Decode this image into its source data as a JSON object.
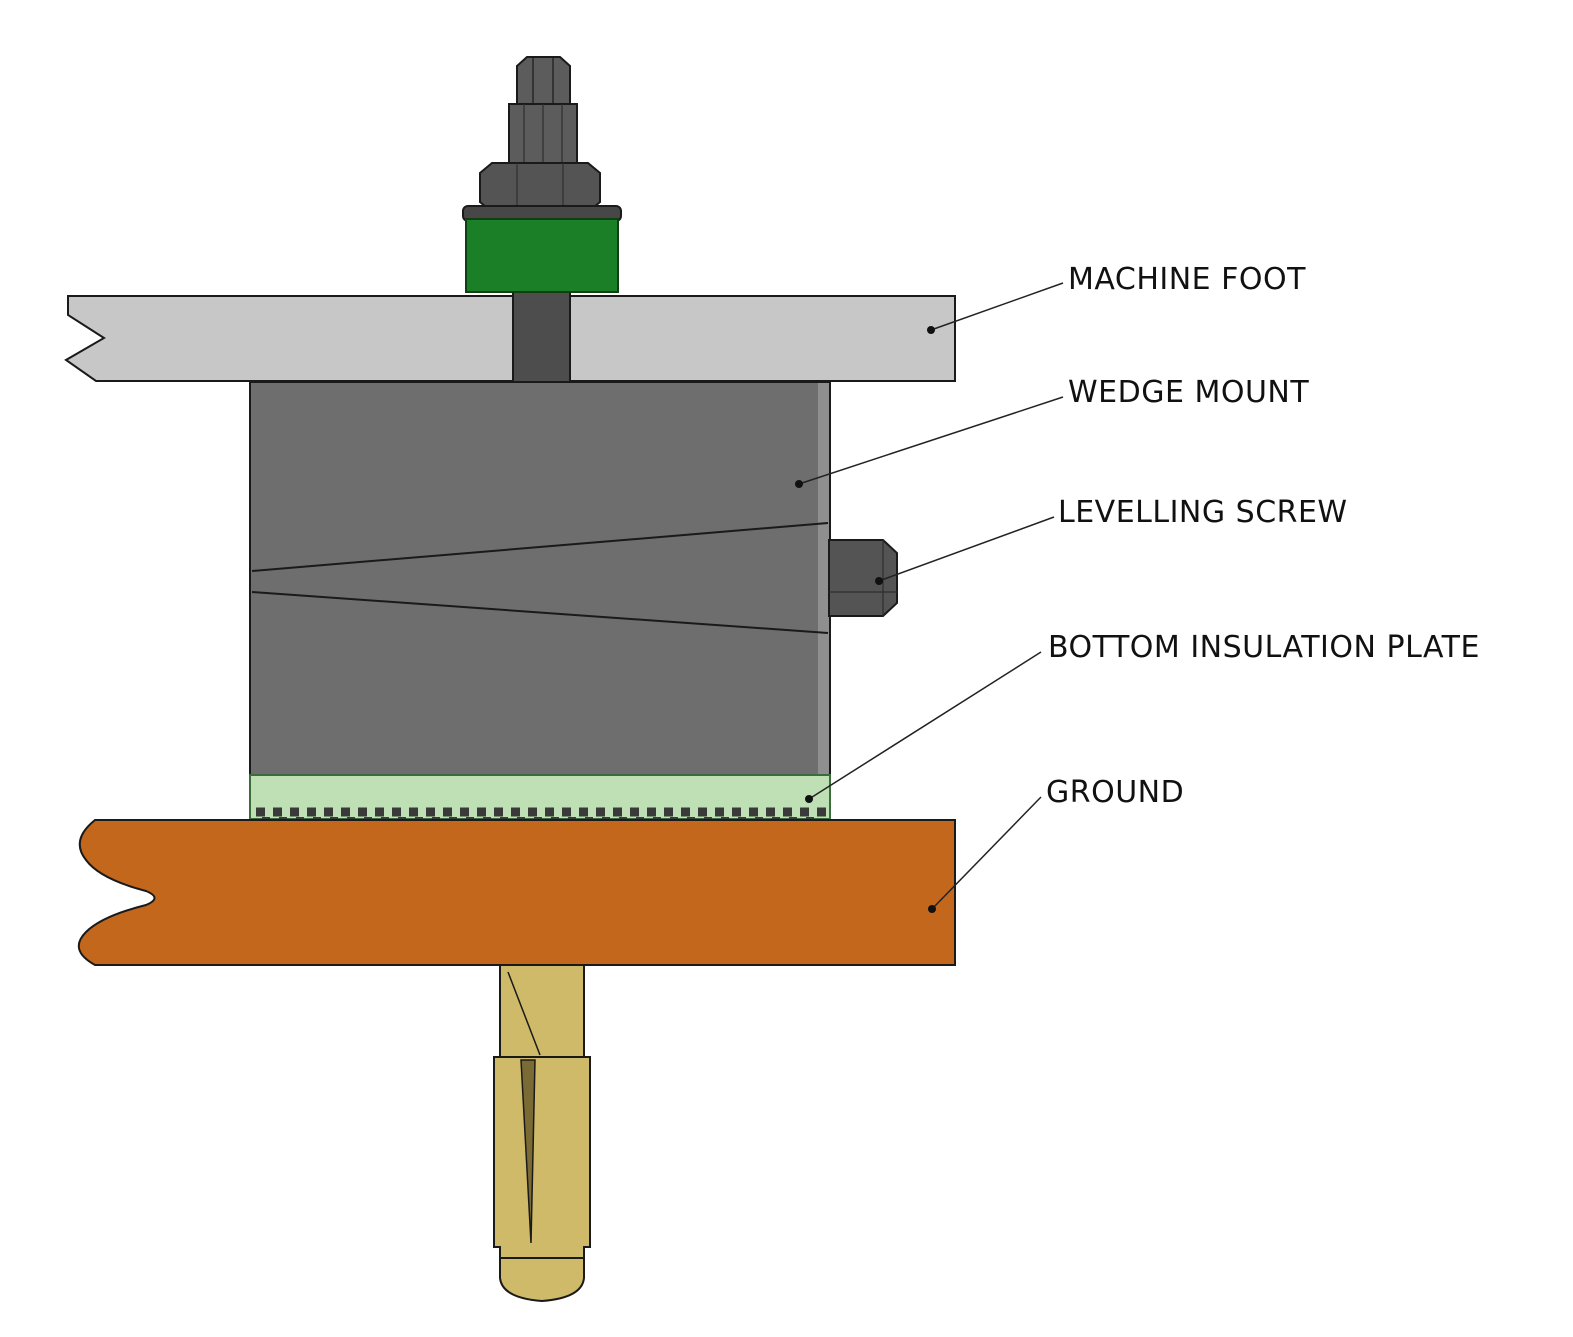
{
  "diagram": {
    "labels": {
      "machine_foot": "MACHINE FOOT",
      "wedge_mount": "WEDGE MOUNT",
      "levelling_screw": "LEVELLING SCREW",
      "bottom_insulation_plate": "BOTTOM INSULATION PLATE",
      "ground": "GROUND"
    },
    "colors": {
      "machine_foot": "#c7c7c7",
      "wedge_mount": "#6e6e6e",
      "wedge_mount_edge": "#8f8f8f",
      "bolt_dark": "#4d4d4d",
      "bolt_mid": "#5c5c5c",
      "nut_dark": "#545454",
      "washer": "#474747",
      "green_spacer": "#1b7f28",
      "insulation_plate": "#bfe0b4",
      "serration": "#3a3a3a",
      "ground": "#c2671b",
      "anchor_brass": "#cfba69",
      "anchor_wedge": "#7a6a33",
      "outline": "#1a1a1a",
      "leader": "#222222"
    }
  }
}
